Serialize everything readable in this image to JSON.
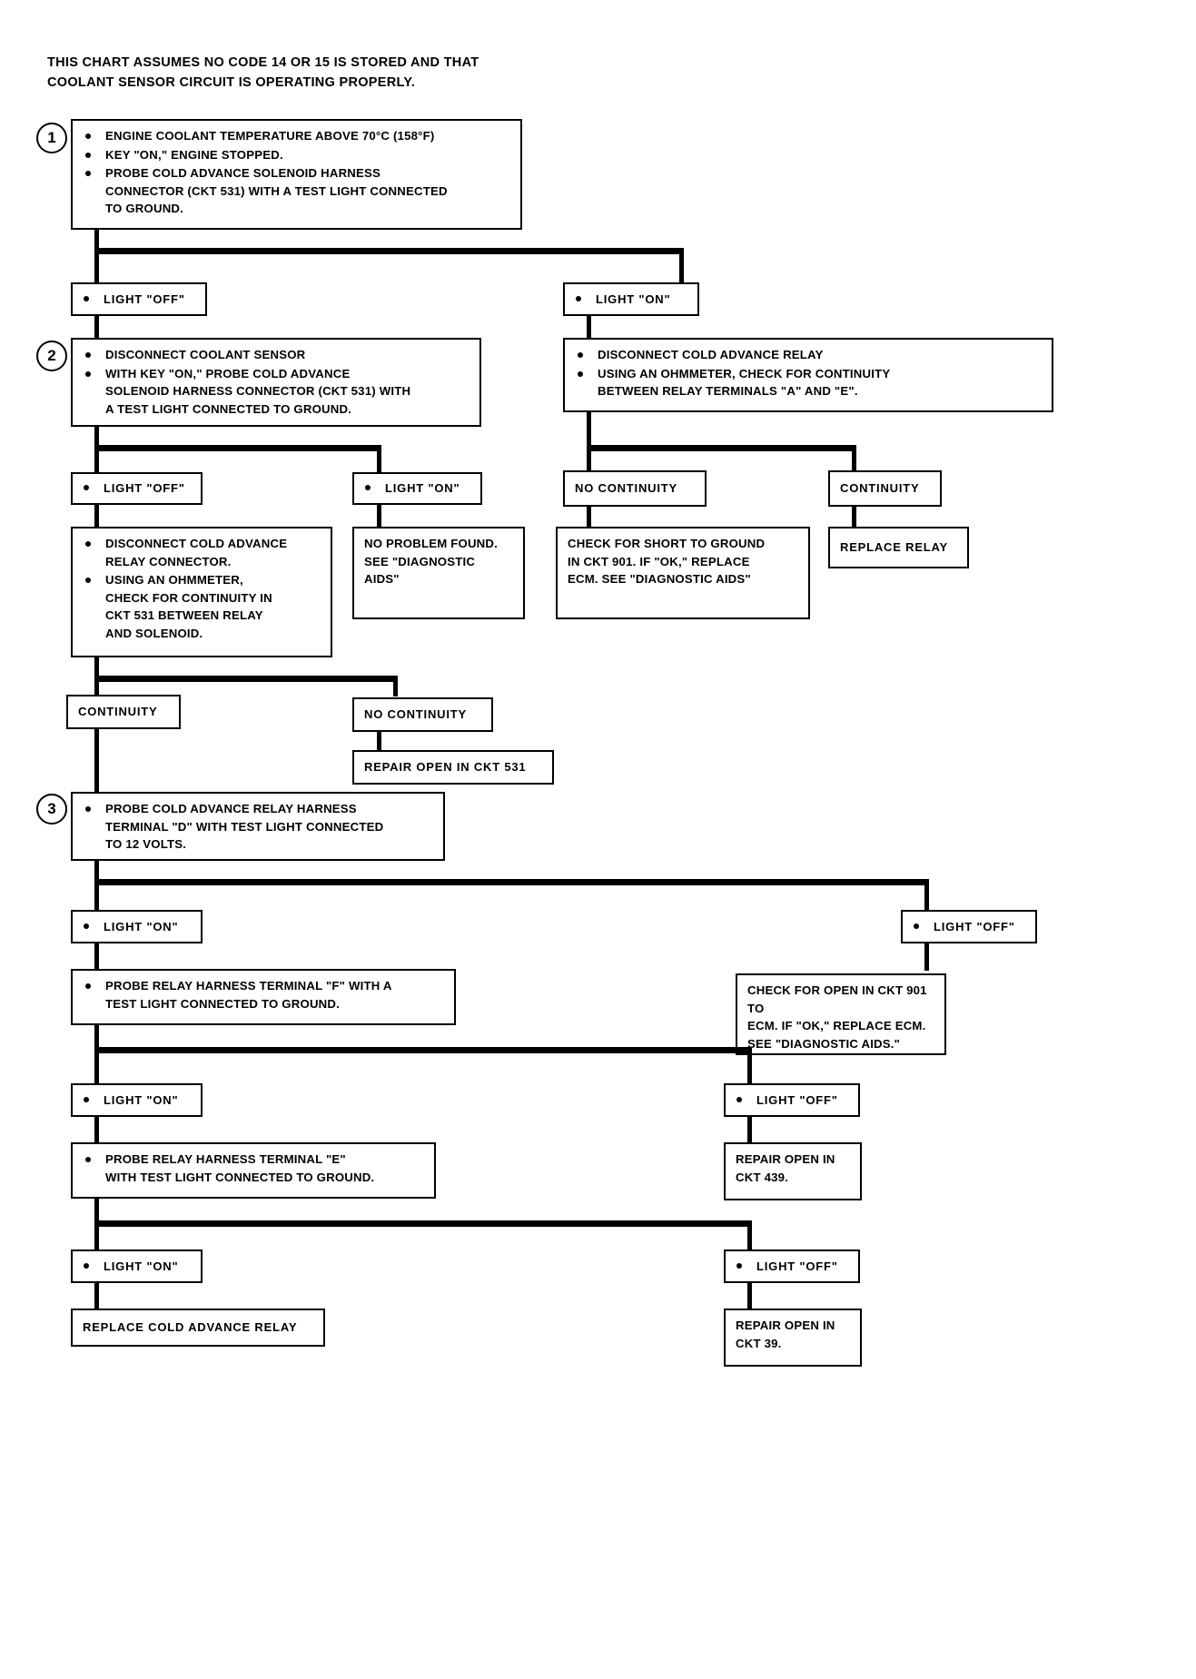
{
  "document": {
    "type": "diagnostic-flowchart",
    "header_note": "THIS CHART ASSUMES NO CODE 14 OR 15 IS STORED AND THAT\nCOOLANT SENSOR CIRCUIT IS OPERATING PROPERLY."
  },
  "steps": {
    "one": "1",
    "two": "2",
    "three": "3"
  },
  "nodes": {
    "step1": {
      "bullets": [
        "ENGINE COOLANT TEMPERATURE ABOVE 70°C (158°F)",
        "KEY \"ON,\" ENGINE  STOPPED.",
        "PROBE COLD ADVANCE SOLENOID HARNESS\nCONNECTOR (CKT 531) WITH A TEST LIGHT CONNECTED\nTO GROUND."
      ]
    },
    "r1_light_off": "LIGHT \"OFF\"",
    "r1_light_on": "LIGHT \"ON\"",
    "step2": {
      "bullets": [
        "DISCONNECT COOLANT SENSOR",
        "WITH KEY \"ON,\" PROBE COLD ADVANCE\nSOLENOID HARNESS CONNECTOR (CKT 531) WITH\nA TEST LIGHT CONNECTED TO GROUND."
      ]
    },
    "step2_right": {
      "bullets": [
        "DISCONNECT COLD ADVANCE RELAY",
        "USING AN OHMMETER, CHECK FOR CONTINUITY\nBETWEEN RELAY TERMINALS \"A\" AND \"E\"."
      ]
    },
    "r2_light_off": "LIGHT \"OFF\"",
    "r2_light_on": "LIGHT \"ON\"",
    "r2_no_continuity": "NO CONTINUITY",
    "r2_continuity": "CONTINUITY",
    "disconnect_relay_connector": {
      "bullets": [
        "DISCONNECT COLD ADVANCE\nRELAY CONNECTOR.",
        "USING AN OHMMETER,\nCHECK FOR CONTINUITY IN\nCKT 531 BETWEEN RELAY\nAND SOLENOID."
      ]
    },
    "no_problem_found": "NO PROBLEM FOUND.\nSEE \"DIAGNOSTIC\nAIDS\"",
    "check_short_ground": "CHECK FOR SHORT TO GROUND\nIN CKT 901. IF \"OK,\" REPLACE\nECM. SEE \"DIAGNOSTIC AIDS\"",
    "replace_relay": "REPLACE RELAY",
    "r3_continuity": "CONTINUITY",
    "r3_no_continuity": "NO CONTINUITY",
    "repair_open_531": "REPAIR OPEN IN CKT 531",
    "step3": {
      "bullets": [
        "PROBE COLD ADVANCE RELAY HARNESS\nTERMINAL \"D\" WITH TEST LIGHT CONNECTED\nTO 12 VOLTS."
      ]
    },
    "r4_light_on": "LIGHT \"ON\"",
    "r4_light_off": "LIGHT \"OFF\"",
    "probe_terminal_f": {
      "bullets": [
        "PROBE RELAY HARNESS TERMINAL \"F\" WITH A\nTEST LIGHT CONNECTED TO GROUND."
      ]
    },
    "check_open_901": "CHECK FOR OPEN IN CKT 901 TO\nECM. IF \"OK,\" REPLACE ECM.\nSEE \"DIAGNOSTIC AIDS.\"",
    "r5_light_on": "LIGHT \"ON\"",
    "r5_light_off": "LIGHT \"OFF\"",
    "probe_terminal_e": {
      "bullets": [
        "PROBE RELAY HARNESS TERMINAL \"E\"\nWITH TEST LIGHT CONNECTED TO GROUND."
      ]
    },
    "repair_open_439": "REPAIR OPEN IN\nCKT 439.",
    "r6_light_on": "LIGHT \"ON\"",
    "r6_light_off": "LIGHT \"OFF\"",
    "replace_cold_advance_relay": "REPLACE COLD ADVANCE RELAY",
    "repair_open_39": "REPAIR OPEN IN\nCKT 39."
  }
}
